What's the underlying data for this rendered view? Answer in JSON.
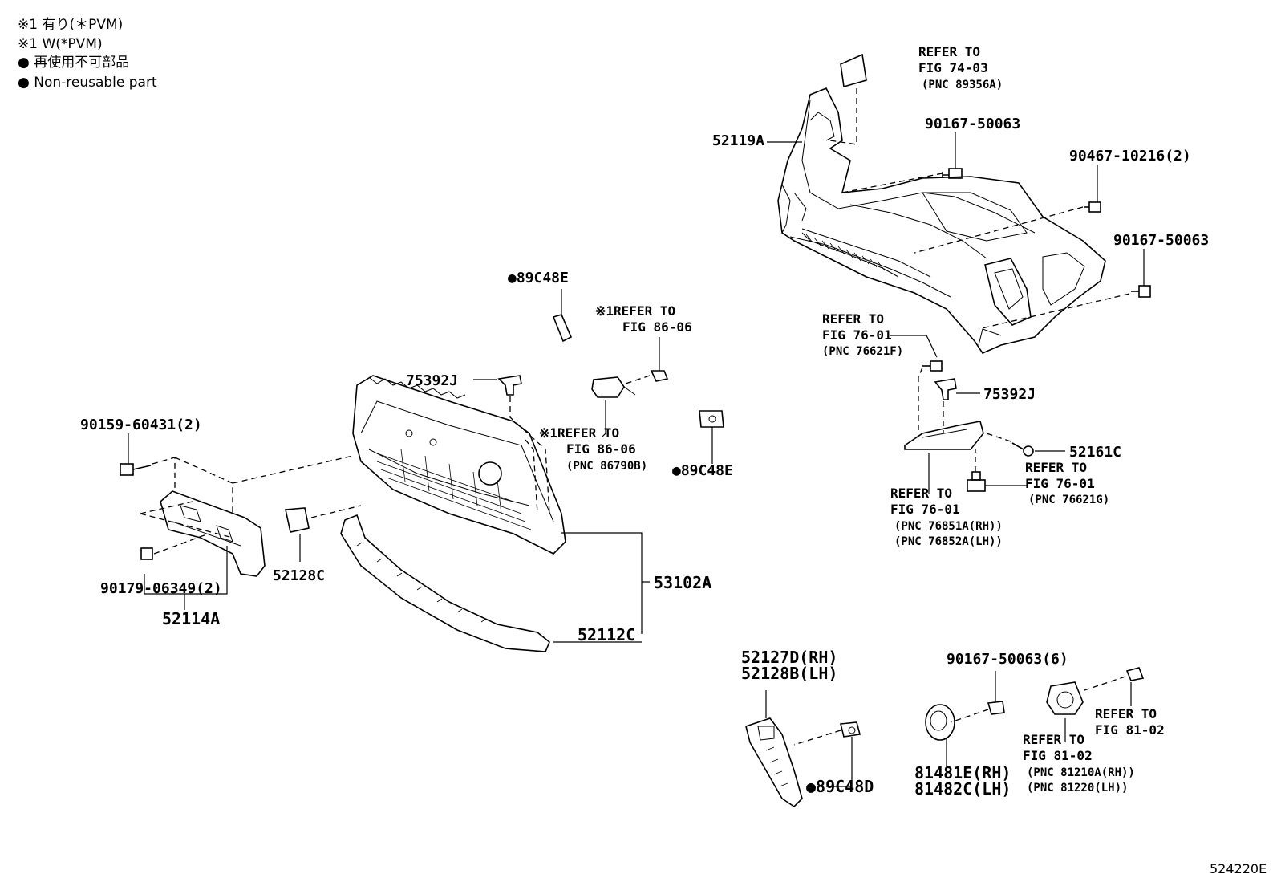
{
  "legend": {
    "note_jp": "※1 有り(＊PVM)",
    "note_en": "※1 W(*PVM)",
    "nonreusable_jp": "● 再使用不可部品",
    "nonreusable_en": "● Non-reusable part"
  },
  "illustration_code": "524220E",
  "parts": {
    "p52119A": "52119A",
    "p90167_top": "90167-50063",
    "p90467": "90467-10216(2)",
    "p90167_right": "90167-50063",
    "p75392J_right": "75392J",
    "p52161C": "52161C",
    "p89C48E_top": "●89C48E",
    "p75392J_center": "75392J",
    "p90159": "90159-60431(2)",
    "p89C48E_mid": "●89C48E",
    "p52128C": "52128C",
    "p90179": "90179-06349(2)",
    "p52114A": "52114A",
    "p53102A": "53102A",
    "p52112C": "52112C",
    "p52127D": "52127D(RH)",
    "p52128B": "52128B(LH)",
    "p89C48D": "●89C48D",
    "p90167_6": "90167-50063(6)",
    "p81481E": "81481E(RH)",
    "p81482C": "81482C(LH)"
  },
  "refs": {
    "r7403": {
      "l1": "REFER TO",
      "l2": "FIG 74-03",
      "l3": "(PNC 89356A)"
    },
    "r8606a": {
      "l1": "※1REFER TO",
      "l2": "FIG 86-06"
    },
    "r8606b": {
      "l1": "※1REFER TO",
      "l2": "FIG 86-06",
      "l3": "(PNC 86790B)"
    },
    "r7601a": {
      "l1": "REFER TO",
      "l2": "FIG 76-01",
      "l3": "(PNC 76621F)"
    },
    "r7601b": {
      "l1": "REFER TO",
      "l2": "FIG 76-01",
      "l3": "(PNC 76621G)"
    },
    "r7601c": {
      "l1": "REFER TO",
      "l2": "FIG 76-01",
      "l3": "(PNC 76851A(RH))",
      "l4": "(PNC 76852A(LH))"
    },
    "r8102a": {
      "l1": "REFER TO",
      "l2": "FIG 81-02"
    },
    "r8102b": {
      "l1": "REFER TO",
      "l2": "FIG 81-02",
      "l3": "(PNC 81210A(RH))",
      "l4": "(PNC 81220(LH))"
    }
  }
}
